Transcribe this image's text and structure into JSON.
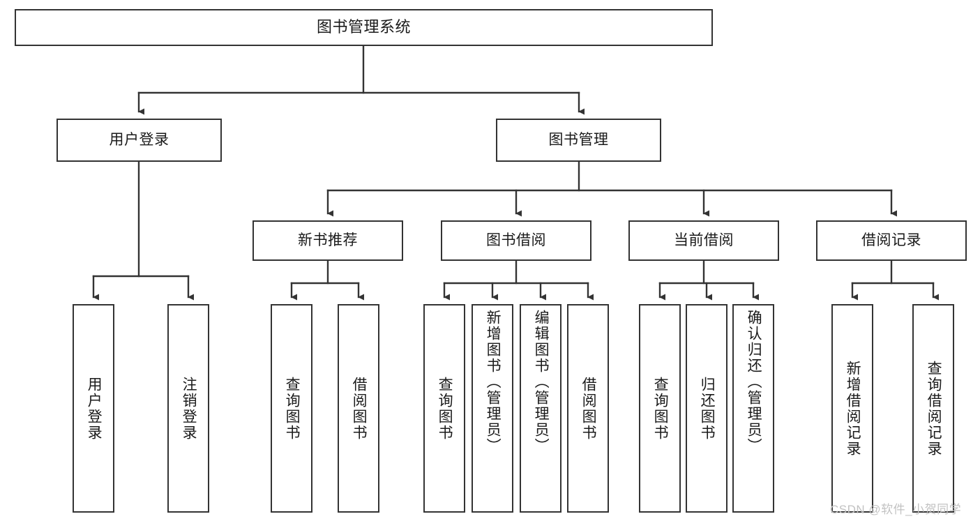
{
  "diagram": {
    "type": "tree-hierarchy-chart",
    "title": "图书管理系统",
    "root": {
      "id": "root",
      "label": "图书管理系统"
    },
    "level2": [
      {
        "id": "user-login",
        "label": "用户登录"
      },
      {
        "id": "book-management",
        "label": "图书管理"
      }
    ],
    "level3": [
      {
        "id": "new-book-recommend",
        "label": "新书推荐",
        "parent": "book-management"
      },
      {
        "id": "book-borrow",
        "label": "图书借阅",
        "parent": "book-management"
      },
      {
        "id": "current-borrow",
        "label": "当前借阅",
        "parent": "book-management"
      },
      {
        "id": "borrow-record",
        "label": "借阅记录",
        "parent": "book-management"
      }
    ],
    "leaves": [
      {
        "id": "leaf-user-login",
        "label": "用户登录",
        "parent": "user-login"
      },
      {
        "id": "leaf-logout-login",
        "label": "注销登录",
        "parent": "user-login"
      },
      {
        "id": "leaf-query-book-1",
        "label": "查询图书",
        "parent": "new-book-recommend"
      },
      {
        "id": "leaf-borrow-book-1",
        "label": "借阅图书",
        "parent": "new-book-recommend"
      },
      {
        "id": "leaf-query-book-2",
        "label": "查询图书",
        "parent": "book-borrow"
      },
      {
        "id": "leaf-add-book",
        "label": "新增图书（管理员）",
        "parent": "book-borrow"
      },
      {
        "id": "leaf-edit-book",
        "label": "编辑图书（管理员）",
        "parent": "book-borrow"
      },
      {
        "id": "leaf-borrow-book-2",
        "label": "借阅图书",
        "parent": "book-borrow"
      },
      {
        "id": "leaf-query-book-3",
        "label": "查询图书",
        "parent": "current-borrow"
      },
      {
        "id": "leaf-return-book",
        "label": "归还图书",
        "parent": "current-borrow"
      },
      {
        "id": "leaf-confirm-return",
        "label": "确认归还（管理员）",
        "parent": "current-borrow"
      },
      {
        "id": "leaf-add-record",
        "label": "新增借阅记录",
        "parent": "borrow-record"
      },
      {
        "id": "leaf-query-record",
        "label": "查询借阅记录",
        "parent": "borrow-record"
      }
    ],
    "watermark": "CSDN @软件_小贺同学",
    "colors": {
      "box_border": "#333333",
      "box_fill": "#ffffff",
      "connector": "#333333",
      "text": "#1a1a1a",
      "watermark": "#c2c2c2",
      "background": "#ffffff"
    }
  }
}
